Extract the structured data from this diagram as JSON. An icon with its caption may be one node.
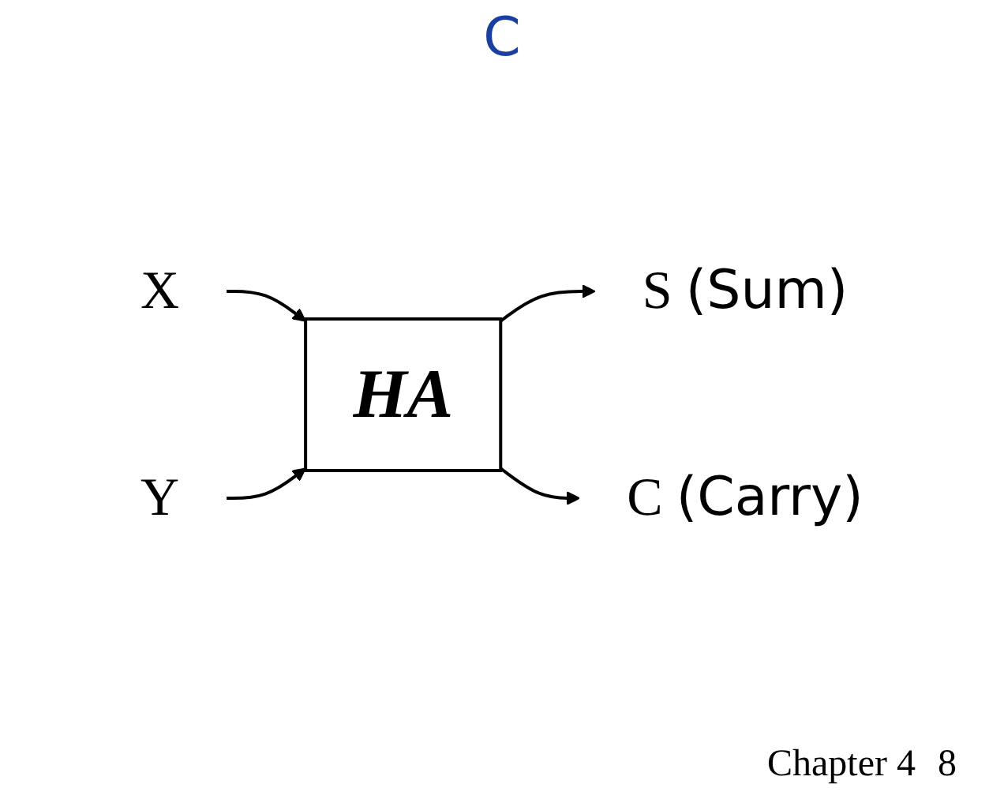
{
  "diagram": {
    "nodes": [
      {
        "text": [
          "X"
        ]
      },
      {
        "text": [
          "Y"
        ]
      },
      {
        "text": [
          "HA"
        ]
      },
      {
        "text": [
          "S"
        ],
        "beside": [
          "(Sum)"
        ]
      },
      {
        "text": [
          "C"
        ],
        "beside": [
          "(Carry)"
        ]
      }
    ],
    "edges": [
      {
        "from": 0,
        "to": 2,
        "arrow": "to"
      },
      {
        "from": 1,
        "to": 2,
        "arrow": "to"
      },
      {
        "from": 2,
        "to": 3,
        "arrow": "to"
      },
      {
        "from": 2,
        "to": 4,
        "arrow": "to"
      }
    ],
    "labels": [
      "C",
      "Chapter 4",
      "8"
    ]
  }
}
